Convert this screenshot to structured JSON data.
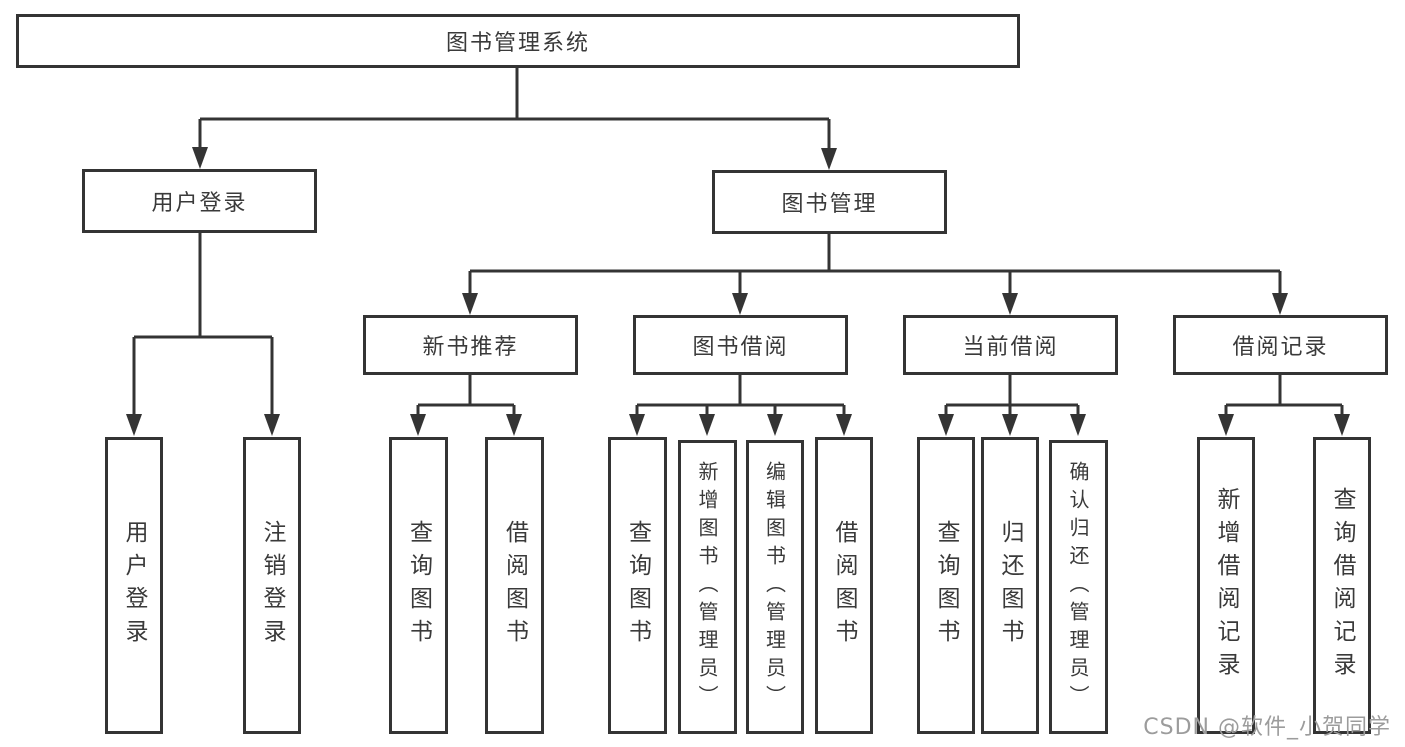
{
  "tree": {
    "root": {
      "label": "图书管理系统"
    },
    "branches": [
      {
        "label": "用户登录",
        "children": [
          "用户登录",
          "注销登录"
        ]
      },
      {
        "label": "图书管理",
        "sections": [
          {
            "label": "新书推荐",
            "children": [
              "查询图书",
              "借阅图书"
            ]
          },
          {
            "label": "图书借阅",
            "children": [
              "查询图书",
              "新增图书（管理员）",
              "编辑图书（管理员）",
              "借阅图书"
            ]
          },
          {
            "label": "当前借阅",
            "children": [
              "查询图书",
              "归还图书",
              "确认归还（管理员）"
            ]
          },
          {
            "label": "借阅记录",
            "children": [
              "新增借阅记录",
              "查询借阅记录"
            ]
          }
        ]
      }
    ]
  },
  "watermark": "CSDN @软件_小贺同学",
  "colors": {
    "line": "#343434",
    "text": "#3a3a3a",
    "watermark": "#9c9c9c",
    "background": "#ffffff"
  }
}
